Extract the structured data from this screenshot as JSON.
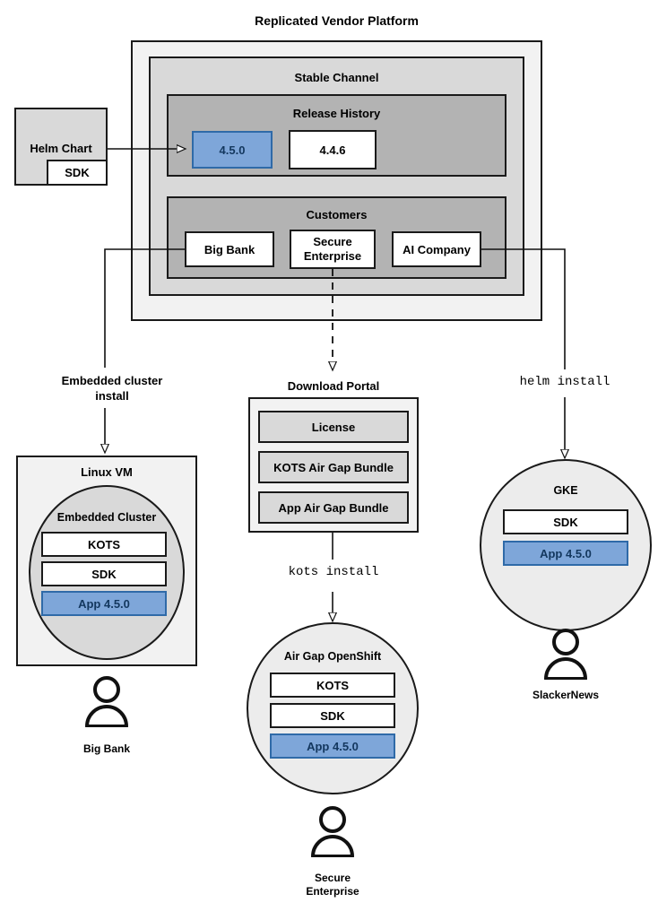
{
  "diagram": {
    "title": "Replicated Vendor Platform",
    "colors": {
      "accent_blue_fill": "#7ea6d9",
      "accent_blue_border": "#2f6aa8",
      "accent_blue_text": "#13375e",
      "frame_outer": "#f2f2f2",
      "frame_channel": "#d9d9d9",
      "frame_group": "#b3b3b3",
      "stroke": "#1a1a1a",
      "white": "#ffffff"
    }
  },
  "helm_chart": {
    "label": "Helm Chart",
    "sdk_label": "SDK"
  },
  "stable_channel": {
    "label": "Stable Channel",
    "release_history": {
      "label": "Release History",
      "releases": [
        {
          "version": "4.5.0",
          "highlighted": true
        },
        {
          "version": "4.4.6",
          "highlighted": false
        }
      ]
    },
    "customers": {
      "label": "Customers",
      "items": [
        {
          "name": "Big Bank"
        },
        {
          "name": "Secure Enterprise"
        },
        {
          "name": "AI Company"
        }
      ]
    }
  },
  "connectors": {
    "embedded_cluster_install": "Embedded cluster install",
    "embedded_cluster_install_line1": "Embedded cluster",
    "embedded_cluster_install_line2": "install",
    "helm_install": "helm install",
    "kots_install": "kots install"
  },
  "download_portal": {
    "title": "Download Portal",
    "artifacts": [
      {
        "name": "License"
      },
      {
        "name": "KOTS Air Gap Bundle"
      },
      {
        "name": "App Air Gap Bundle"
      }
    ]
  },
  "targets": {
    "linux_vm": {
      "title": "Linux VM",
      "cluster_title": "Embedded Cluster",
      "components": [
        {
          "name": "KOTS",
          "highlighted": false
        },
        {
          "name": "SDK",
          "highlighted": false
        },
        {
          "name": "App 4.5.0",
          "highlighted": true
        }
      ],
      "actor": "Big Bank"
    },
    "airgap_openshift": {
      "title": "Air Gap OpenShift",
      "components": [
        {
          "name": "KOTS",
          "highlighted": false
        },
        {
          "name": "SDK",
          "highlighted": false
        },
        {
          "name": "App 4.5.0",
          "highlighted": true
        }
      ],
      "actor_line1": "Secure",
      "actor_line2": "Enterprise"
    },
    "gke": {
      "title": "GKE",
      "components": [
        {
          "name": "SDK",
          "highlighted": false
        },
        {
          "name": "App 4.5.0",
          "highlighted": true
        }
      ],
      "actor": "SlackerNews"
    }
  }
}
